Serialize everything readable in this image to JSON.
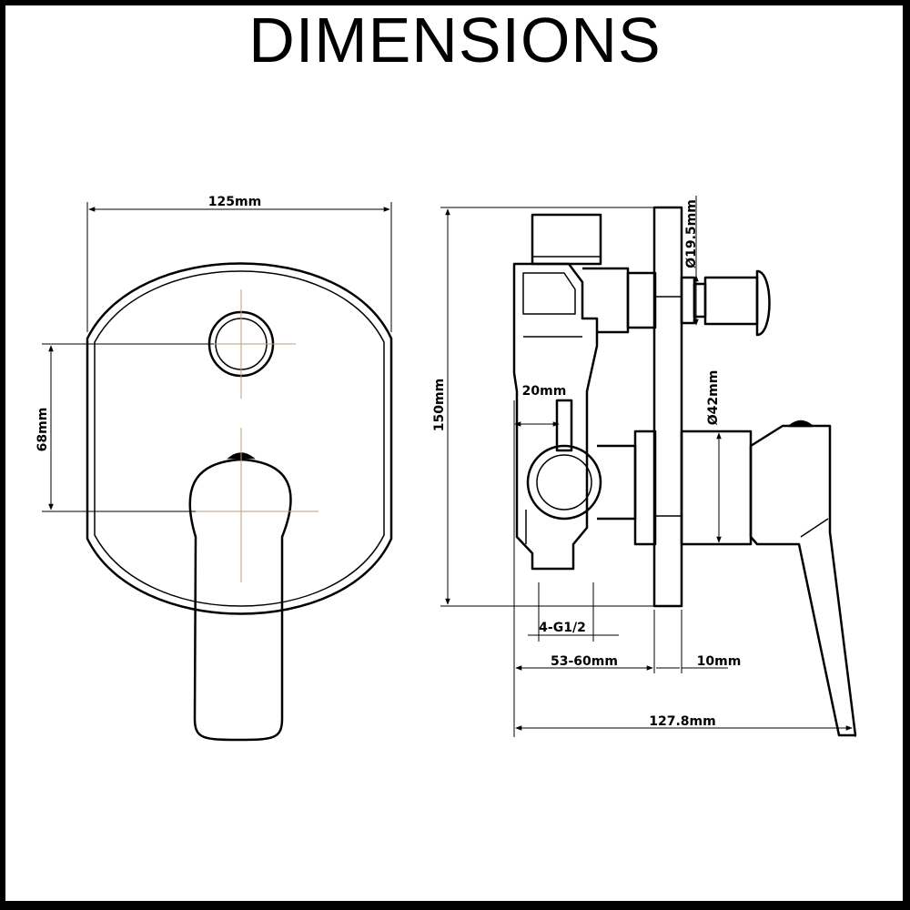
{
  "title": "DIMENSIONS",
  "front_view": {
    "width_label": "125mm",
    "spacing_label": "68mm"
  },
  "side_view": {
    "height_label": "150mm",
    "upper_diameter_label": "Ø19.5mm",
    "lower_diameter_label": "Ø42mm",
    "offset_label": "20mm",
    "thread_label": "4-G1/2",
    "depth_label": "53-60mm",
    "plate_label": "10mm",
    "total_label": "127.8mm"
  },
  "colors": {
    "line": "#000000",
    "centerline": "#b8a078",
    "background": "#ffffff"
  }
}
